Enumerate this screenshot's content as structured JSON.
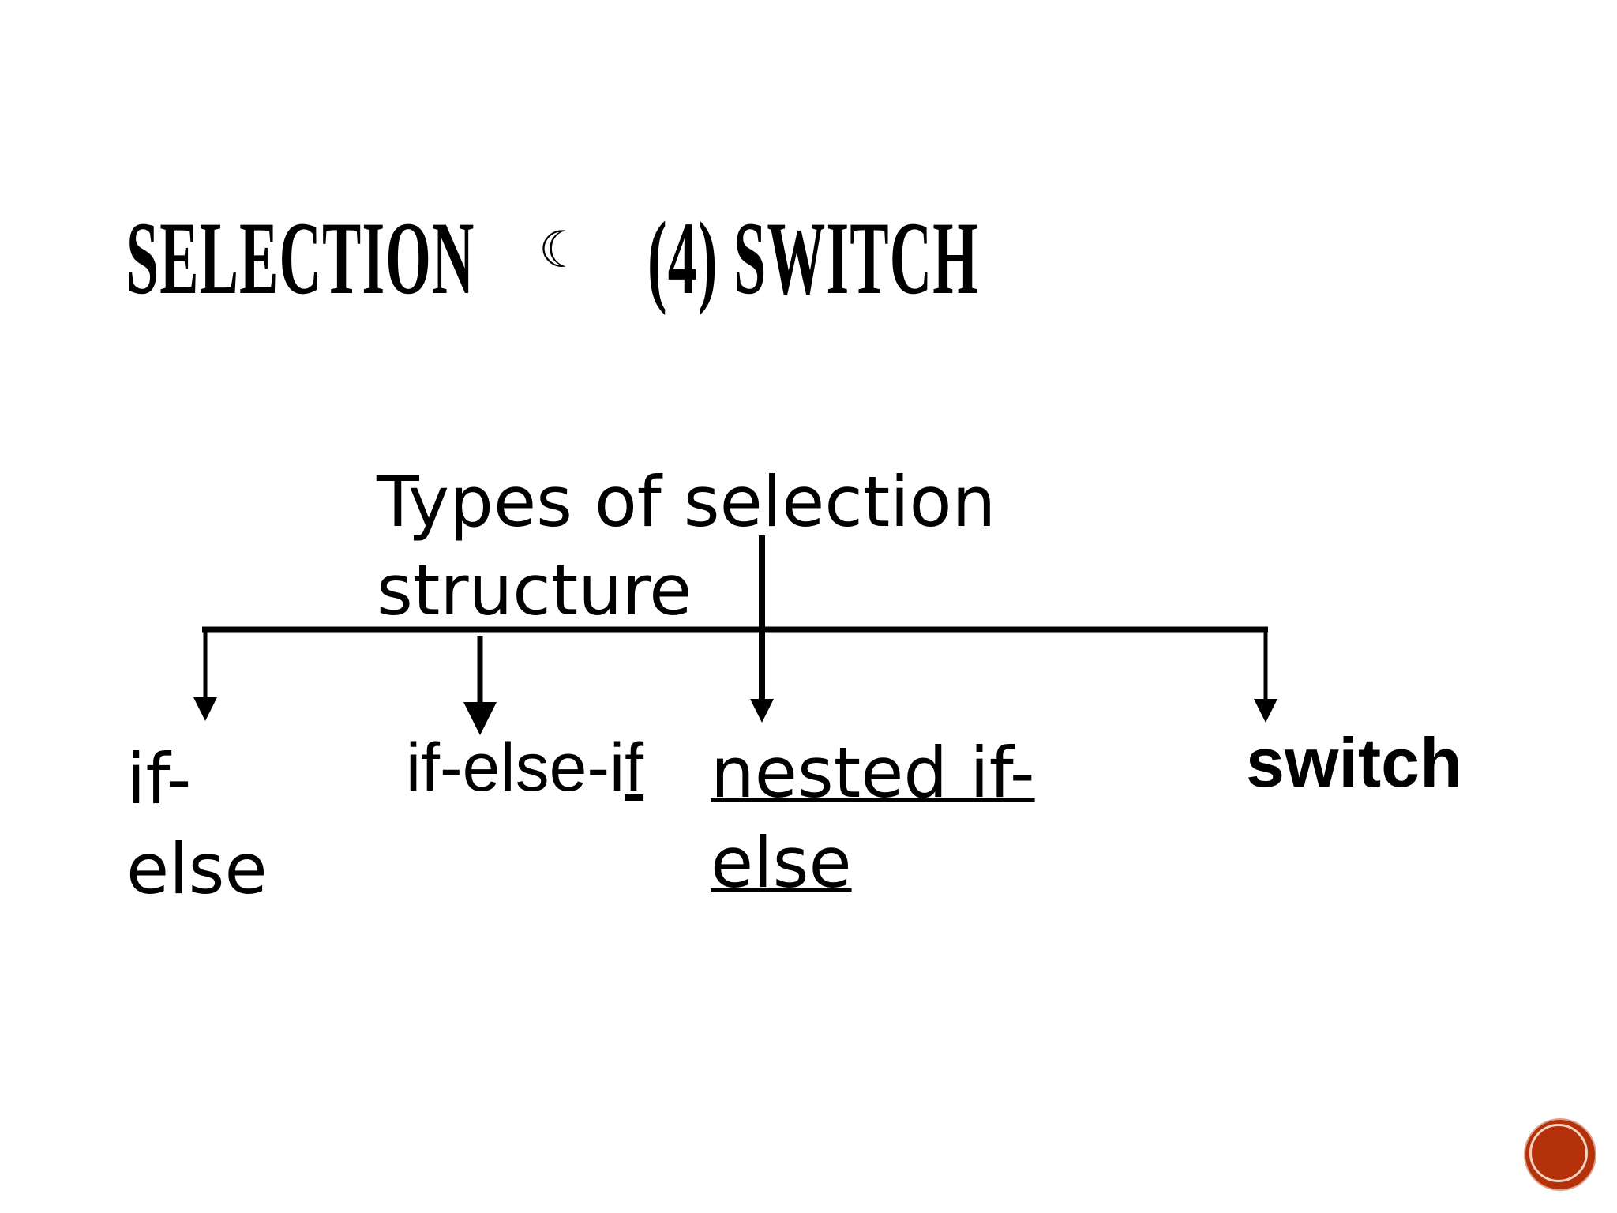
{
  "title": {
    "left": "SELECTION",
    "icon": "crescent-moon-face-icon",
    "icon_glyph": "☾",
    "right": "(4) SWITCH"
  },
  "diagram": {
    "root": "Types of selection structure",
    "nodes": [
      {
        "id": "if-else",
        "label": "if-else"
      },
      {
        "id": "if-else-if",
        "label_main": "if-else-i",
        "label_underlined": "f"
      },
      {
        "id": "nested-if-else",
        "label": "nested if-else"
      },
      {
        "id": "switch",
        "label": "switch"
      }
    ]
  },
  "nav": {
    "icon": "slide-nav-button-icon",
    "color": "#b5310a"
  }
}
